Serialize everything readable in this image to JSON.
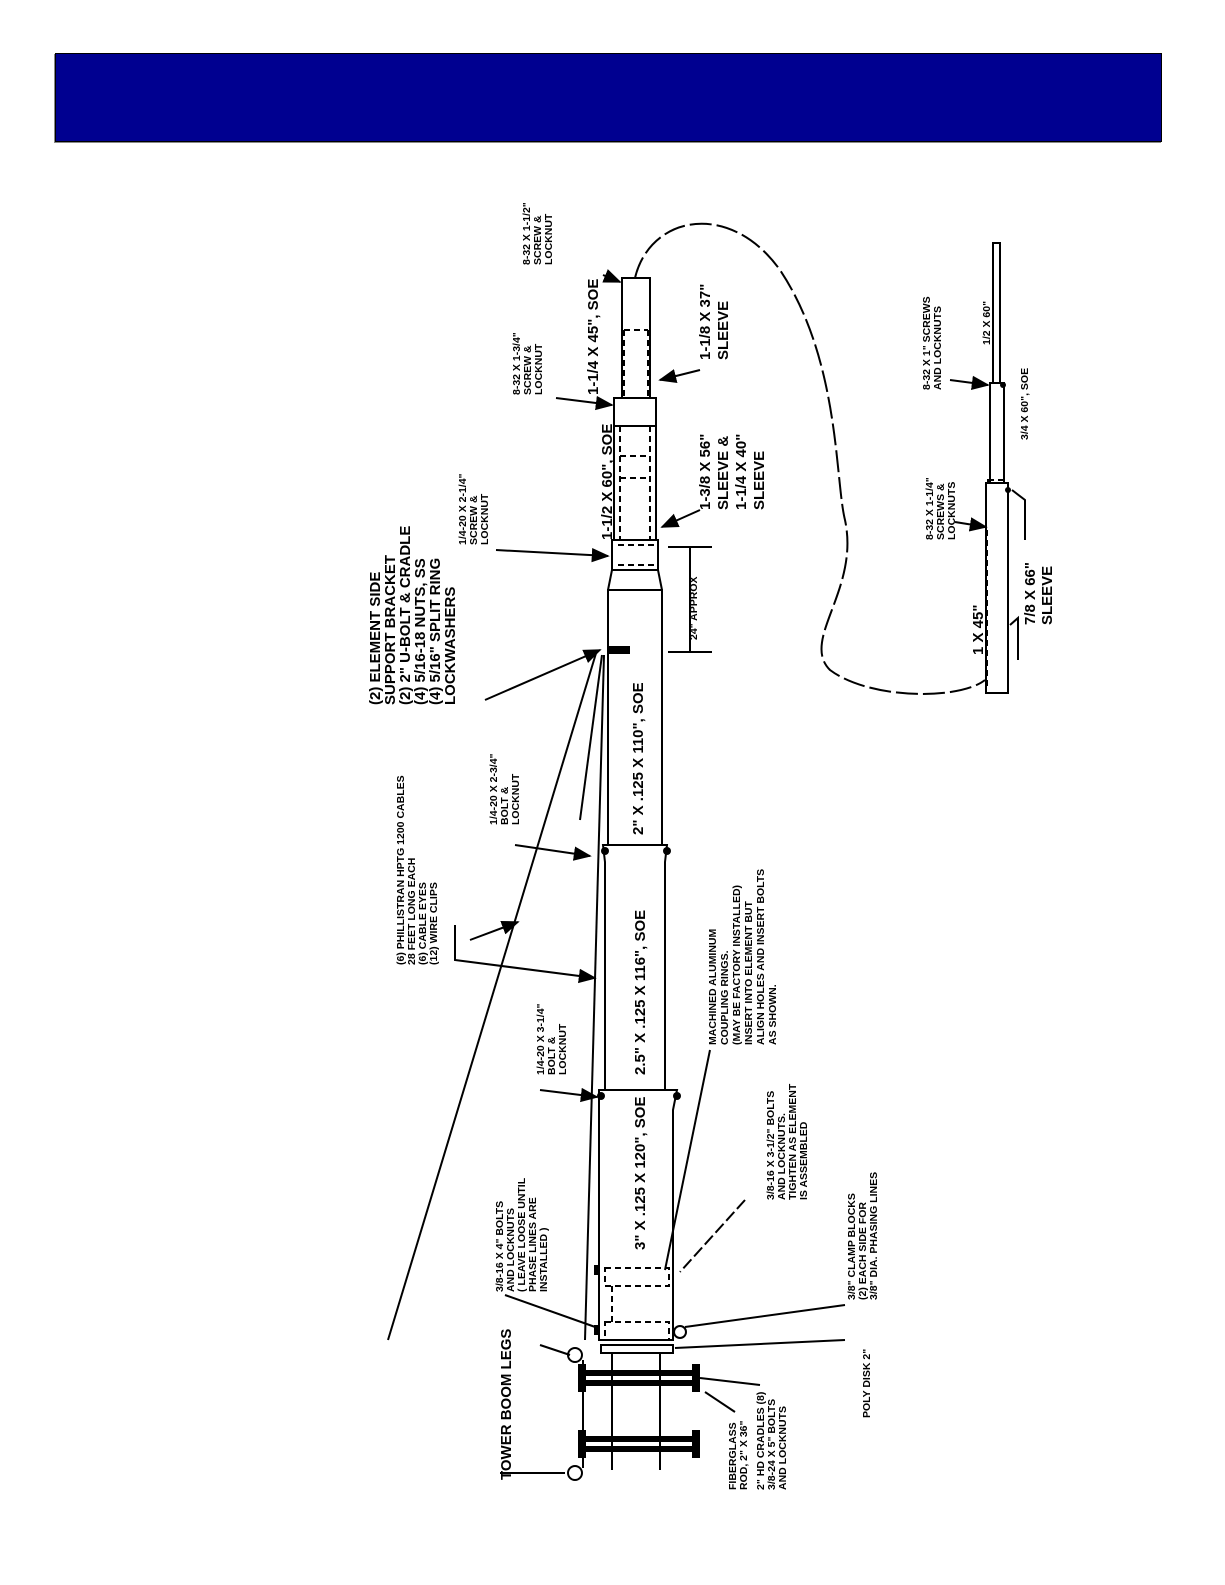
{
  "header": {
    "title": "",
    "color": "#000090"
  },
  "drawing": {
    "main_element": {
      "sections": [
        {
          "id": "tip",
          "label": "1-1/4 X 45\", SOE"
        },
        {
          "id": "sec2",
          "label": "1-1/2 X 60\", SOE"
        },
        {
          "id": "sec3",
          "label": "2\" X .125 X 110\", SOE"
        },
        {
          "id": "sec4",
          "label": "2.5\" X .125 X 116\", SOE"
        },
        {
          "id": "sec5",
          "label": "3\" X .125 X 120\", SOE"
        }
      ],
      "sleeves": [
        {
          "id": "sleeve1",
          "lines": [
            "1-1/8 X 37\"",
            "SLEEVE"
          ]
        },
        {
          "id": "sleeve2",
          "lines": [
            "1-3/8 X 56\"",
            "SLEEVE &",
            "1-1/4 X 40\"",
            "SLEEVE"
          ]
        }
      ],
      "dimension": "24\" APPROX",
      "callouts": [
        {
          "id": "screw-tip",
          "lines": [
            "8-32 X 1-1/2\"",
            "SCREW &",
            "LOCKNUT"
          ]
        },
        {
          "id": "screw-2",
          "lines": [
            "8-32 X 1-3/4\"",
            "SCREW &",
            "LOCKNUT"
          ]
        },
        {
          "id": "screw-3",
          "lines": [
            "1/4-20 X 2-1/4\"",
            "SCREW &",
            "LOCKNUT"
          ]
        },
        {
          "id": "bracket",
          "lines": [
            "(2) ELEMENT SIDE",
            "SUPPORT BRACKET",
            "(2) 2\" U-BOLT & CRADLE",
            "(4) 5/16-18 NUTS, SS",
            "(4) 5/16\" SPLIT RING",
            "LOCKWASHERS"
          ]
        },
        {
          "id": "cables",
          "lines": [
            "(6) PHILLISTRAN HPTG 1200 CABLES",
            "28 FEET LONG EACH",
            "(6) CABLE EYES",
            "(12) WIRE CLIPS"
          ]
        },
        {
          "id": "bolt-2-3",
          "lines": [
            "1/4-20 X 2-3/4\"",
            "BOLT &",
            "LOCKNUT"
          ]
        },
        {
          "id": "bolt-3-4",
          "lines": [
            "1/4-20 X 3-1/4\"",
            "BOLT &",
            "LOCKNUT"
          ]
        },
        {
          "id": "coupling",
          "lines": [
            "MACHINED ALUMINUM",
            "COUPLING RINGS.",
            "(MAY BE FACTORY INSTALLED)",
            "INSERT INTO ELEMENT BUT",
            "ALIGN HOLES AND INSERT BOLTS",
            "AS SHOWN."
          ]
        },
        {
          "id": "bolts-3-8",
          "lines": [
            "3/8-16 X 3-1/2\" BOLTS",
            "AND LOCKNUTS.",
            "TIGHTEN AS ELEMENT",
            "IS ASSEMBLED"
          ]
        },
        {
          "id": "bolts-4in",
          "lines": [
            "3/8-16 X 4\" BOLTS",
            "AND LOCKNUTS",
            "( LEAVE LOOSE UNTIL",
            "PHASE LINES ARE",
            "INSTALLED )"
          ]
        },
        {
          "id": "clamp-blocks",
          "lines": [
            "3/8\" CLAMP BLOCKS",
            "(2) EACH SIDE FOR",
            "3/8\" DIA. PHASING LINES"
          ]
        },
        {
          "id": "poly-disk",
          "lines": [
            "POLY DISK 2\""
          ]
        },
        {
          "id": "fiberglass",
          "lines": [
            "FIBERGLASS",
            "ROD, 2\" X 36\""
          ]
        },
        {
          "id": "cradles",
          "lines": [
            "2\" HD CRADLES (8)",
            "3/8-24 X 5\" BOLTS",
            "AND LOCKNUTS"
          ]
        },
        {
          "id": "tower-boom",
          "lines": [
            "TOWER BOOM LEGS"
          ]
        }
      ]
    },
    "detail_element": {
      "sections": [
        {
          "id": "d-tip",
          "label": "1/2 X 60\""
        },
        {
          "id": "d-sec2",
          "label": "3/4 X 60\", SOE"
        },
        {
          "id": "d-sec3",
          "label": "1 X 45\""
        }
      ],
      "sleeve": {
        "lines": [
          "7/8 X 66\"",
          "SLEEVE"
        ]
      },
      "callouts": [
        {
          "id": "d-screw-1",
          "lines": [
            "8-32 X 1\" SCREWS",
            "AND LOCKNUTS"
          ]
        },
        {
          "id": "d-screw-2",
          "lines": [
            "8-32 X 1-1/4\"",
            "SCREWS &",
            "LOCKNUTS"
          ]
        }
      ]
    }
  }
}
